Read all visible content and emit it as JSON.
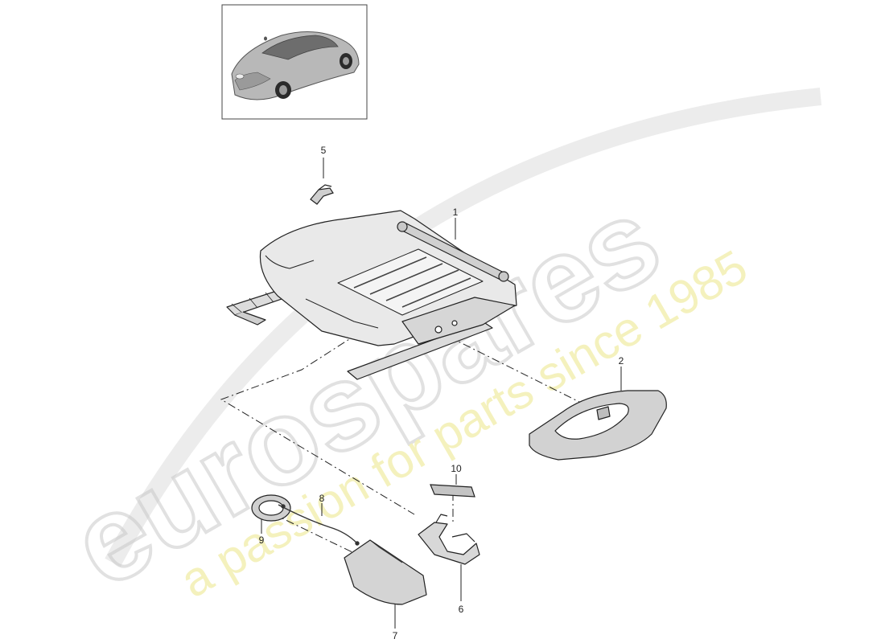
{
  "watermark": {
    "brand": "eurospares",
    "tagline": "a passion for parts since 1985"
  },
  "thumbnail": {
    "icon": "car-icon"
  },
  "callouts": {
    "c1": "1",
    "c2": "2",
    "c5": "5",
    "c6": "6",
    "c7": "7",
    "c8": "8",
    "c9": "9",
    "c10": "10"
  },
  "colors": {
    "line": "#222222",
    "part_fill": "#e9e9e9",
    "part_shade": "#c6c6c6",
    "watermark_text": "#c9c9c9",
    "watermark_tag": "#f3f0b6"
  }
}
